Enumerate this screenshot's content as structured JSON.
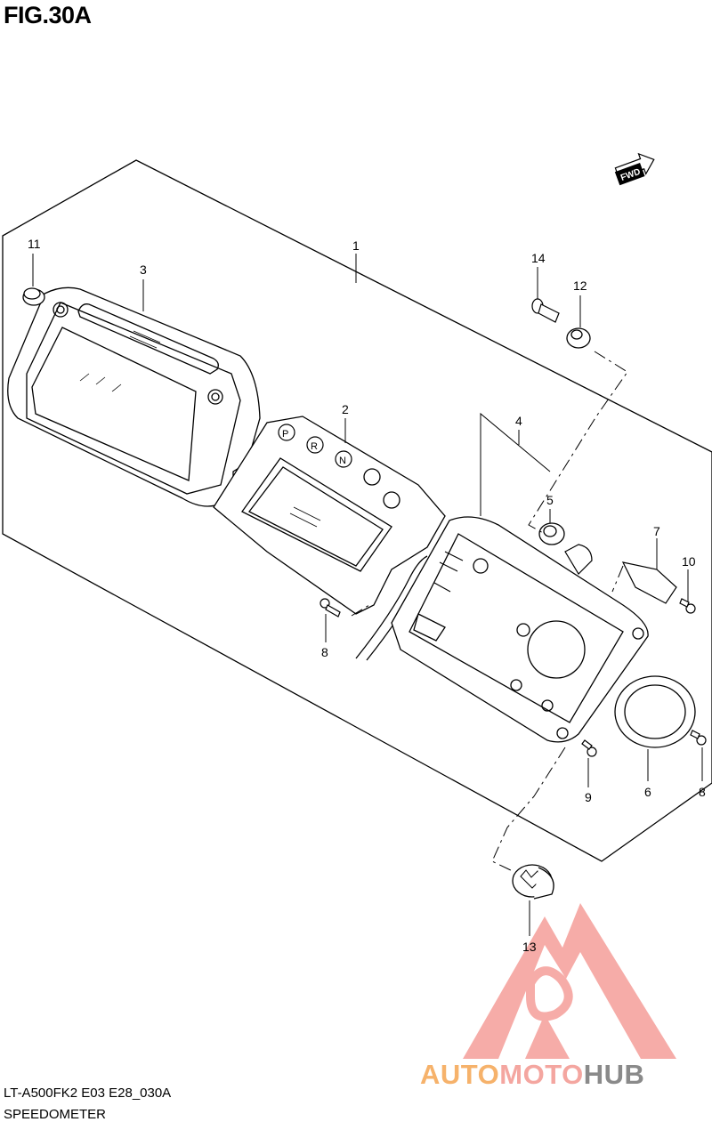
{
  "figure": {
    "title": "FIG.30A",
    "model_code": "LT-A500FK2 E03 E28_030A",
    "name": "SPEEDOMETER"
  },
  "direction_badge": "FWD",
  "callouts": [
    {
      "id": "c1",
      "label": "1"
    },
    {
      "id": "c2",
      "label": "2"
    },
    {
      "id": "c3",
      "label": "3"
    },
    {
      "id": "c4",
      "label": "4"
    },
    {
      "id": "c5",
      "label": "5"
    },
    {
      "id": "c6",
      "label": "6"
    },
    {
      "id": "c7",
      "label": "7"
    },
    {
      "id": "c8a",
      "label": "8"
    },
    {
      "id": "c8b",
      "label": "8"
    },
    {
      "id": "c9",
      "label": "9"
    },
    {
      "id": "c10",
      "label": "10"
    },
    {
      "id": "c11",
      "label": "11"
    },
    {
      "id": "c12",
      "label": "12"
    },
    {
      "id": "c13",
      "label": "13"
    },
    {
      "id": "c14",
      "label": "14"
    }
  ],
  "gear_indicators": [
    "P",
    "R",
    "N"
  ],
  "watermark": {
    "part1": "AUTO",
    "part2": "MOTO",
    "part3": "HUB",
    "color1": "#f6b26b",
    "color2": "#f4a6a0",
    "color3": "#8a8a8a"
  }
}
